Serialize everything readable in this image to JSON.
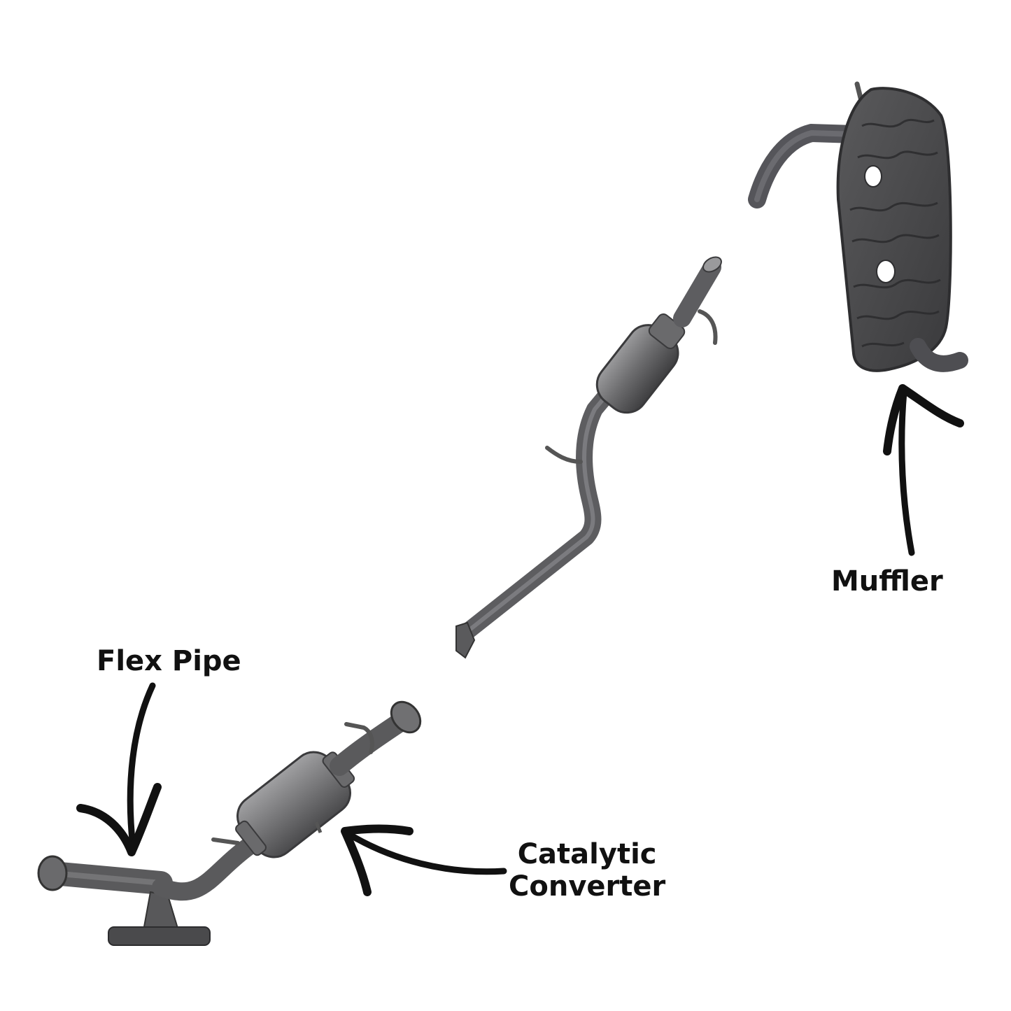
{
  "labels": {
    "flex_pipe": "Flex Pipe",
    "muffler": "Muffler",
    "catalytic_line1": "Catalytic",
    "catalytic_line2": "Converter"
  },
  "parts": [
    "flex-pipe",
    "catalytic-converter",
    "resonator-pipe",
    "muffler"
  ],
  "colors": {
    "background": "#ffffff",
    "metal_dark": "#4a4a4c",
    "metal_mid": "#6e6e70",
    "metal_light": "#8a8a8c",
    "arrow": "#111111",
    "text": "#111111"
  }
}
